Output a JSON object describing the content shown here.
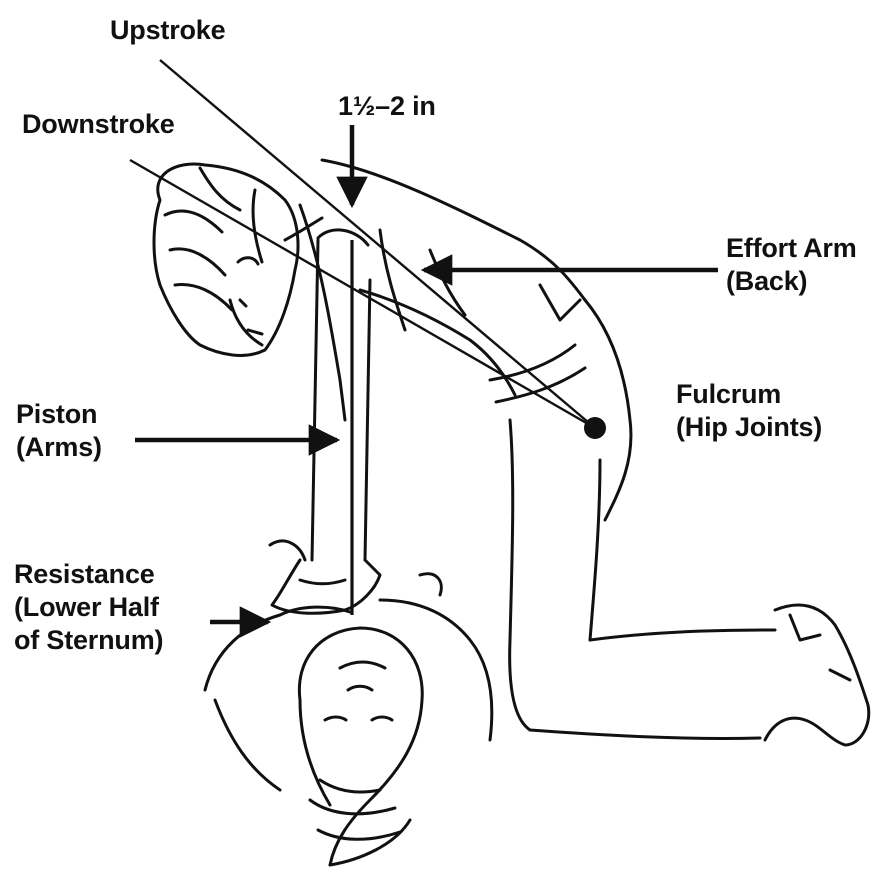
{
  "labels": {
    "upstroke": "Upstroke",
    "downstroke": "Downstroke",
    "compression_depth": "1½–2 in",
    "effort_arm": {
      "line1": "Effort Arm",
      "line2": "(Back)"
    },
    "fulcrum": {
      "line1": "Fulcrum",
      "line2": "(Hip Joints)"
    },
    "piston": {
      "line1": "Piston",
      "line2": "(Arms)"
    },
    "resistance": {
      "line1": "Resistance",
      "line2": "(Lower Half",
      "line3": "of Sternum)"
    }
  }
}
